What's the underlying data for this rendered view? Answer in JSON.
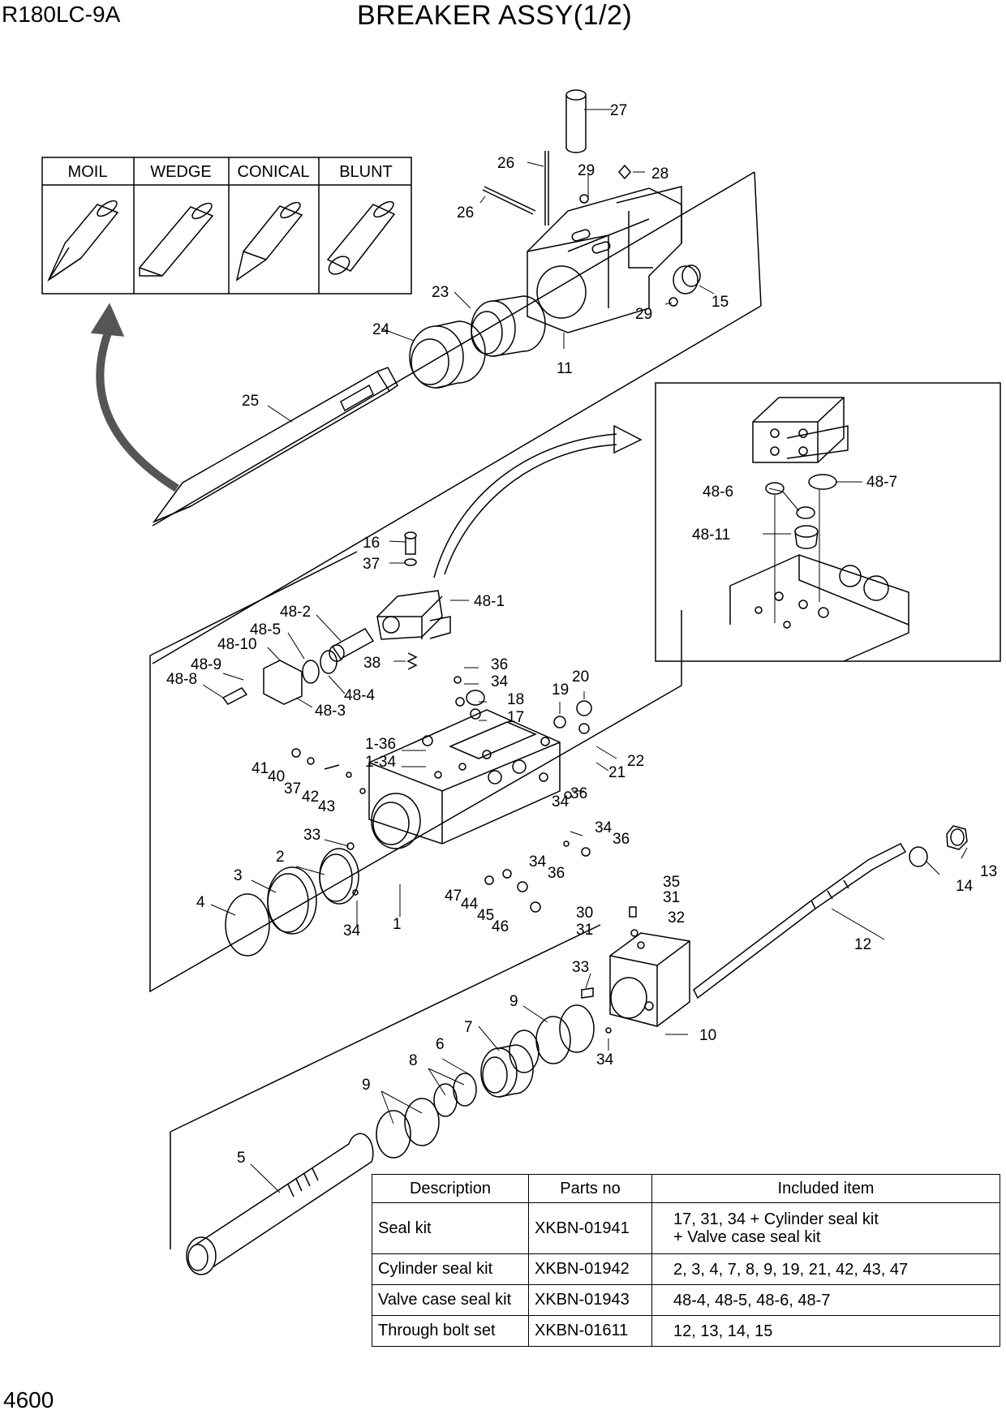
{
  "header": {
    "model": "R180LC-9A",
    "title": "BREAKER ASSY(1/2)"
  },
  "footer": {
    "page_number": "4600"
  },
  "tools": {
    "headers": [
      "MOIL",
      "WEDGE",
      "CONICAL",
      "BLUNT"
    ]
  },
  "callouts": {
    "c1": "1",
    "c2": "2",
    "c3": "3",
    "c4": "4",
    "c5": "5",
    "c6": "6",
    "c7": "7",
    "c8": "8",
    "c9a": "9",
    "c9b": "9",
    "c10": "10",
    "c11": "11",
    "c12": "12",
    "c13": "13",
    "c14": "14",
    "c15": "15",
    "c16": "16",
    "c17": "17",
    "c18": "18",
    "c19": "19",
    "c20": "20",
    "c21": "21",
    "c22": "22",
    "c23": "23",
    "c24": "24",
    "c25": "25",
    "c26a": "26",
    "c26b": "26",
    "c27": "27",
    "c28": "28",
    "c29a": "29",
    "c29b": "29",
    "c30": "30",
    "c31a": "31",
    "c31b": "31",
    "c32": "32",
    "c33a": "33",
    "c33b": "33",
    "c34a": "34",
    "c34b": "34",
    "c34c": "34",
    "c34d": "34",
    "c34e": "34",
    "c34f": "34",
    "c35": "35",
    "c36a": "36",
    "c36b": "36",
    "c36c": "36",
    "c36d": "36",
    "c37a": "37",
    "c37b": "37",
    "c38": "38",
    "c40": "40",
    "c41": "41",
    "c42": "42",
    "c43": "43",
    "c44": "44",
    "c45": "45",
    "c46": "46",
    "c47": "47",
    "c1_34": "1-34",
    "c1_36": "1-36",
    "c48_1": "48-1",
    "c48_2": "48-2",
    "c48_3": "48-3",
    "c48_4": "48-4",
    "c48_5": "48-5",
    "c48_6": "48-6",
    "c48_7": "48-7",
    "c48_8": "48-8",
    "c48_9": "48-9",
    "c48_10": "48-10",
    "c48_11": "48-11"
  },
  "kits_table": {
    "headers": {
      "description": "Description",
      "parts_no": "Parts no",
      "included": "Included item"
    },
    "rows": [
      {
        "description": "Seal kit",
        "parts_no": "XKBN-01941",
        "included_line1": "17, 31, 34 + Cylinder seal kit",
        "included_line2": "+ Valve case seal kit"
      },
      {
        "description": "Cylinder seal kit",
        "parts_no": "XKBN-01942",
        "included_line1": "2, 3, 4, 7, 8, 9, 19, 21, 42, 43, 47"
      },
      {
        "description": "Valve case seal kit",
        "parts_no": "XKBN-01943",
        "included_line1": "48-4, 48-5, 48-6, 48-7"
      },
      {
        "description": "Through bolt set",
        "parts_no": "XKBN-01611",
        "included_line1": "12, 13, 14, 15"
      }
    ]
  }
}
